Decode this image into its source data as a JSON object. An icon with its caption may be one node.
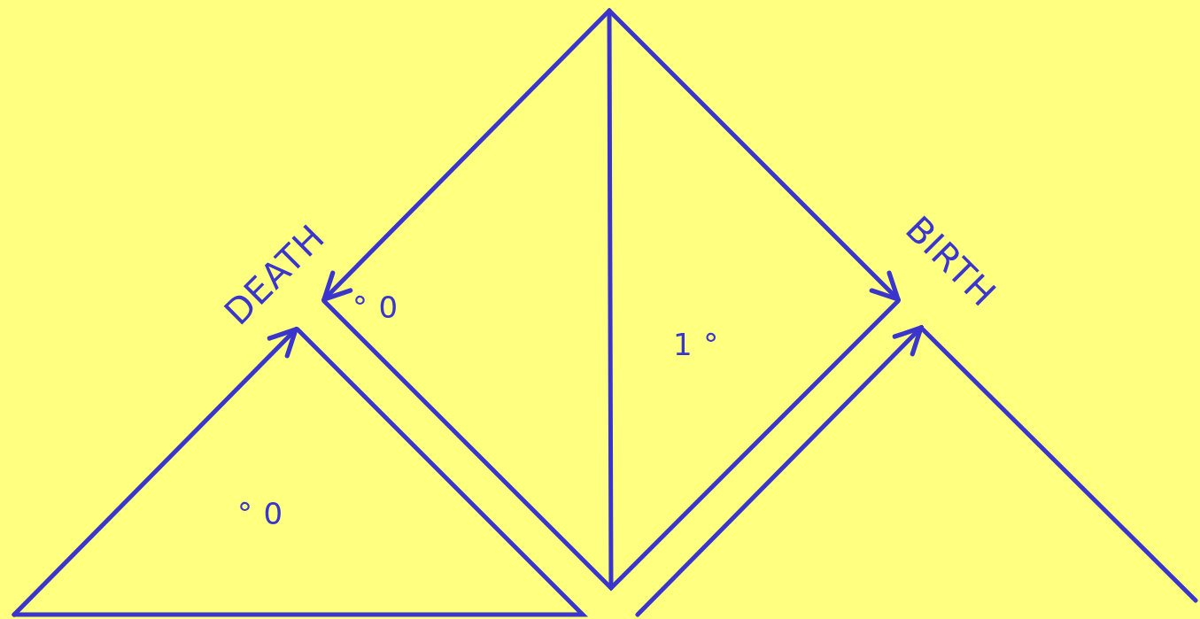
{
  "diagram": {
    "labels": [
      "DEATH",
      "BIRTH",
      "° 0",
      "1 °",
      "° 0"
    ]
  }
}
